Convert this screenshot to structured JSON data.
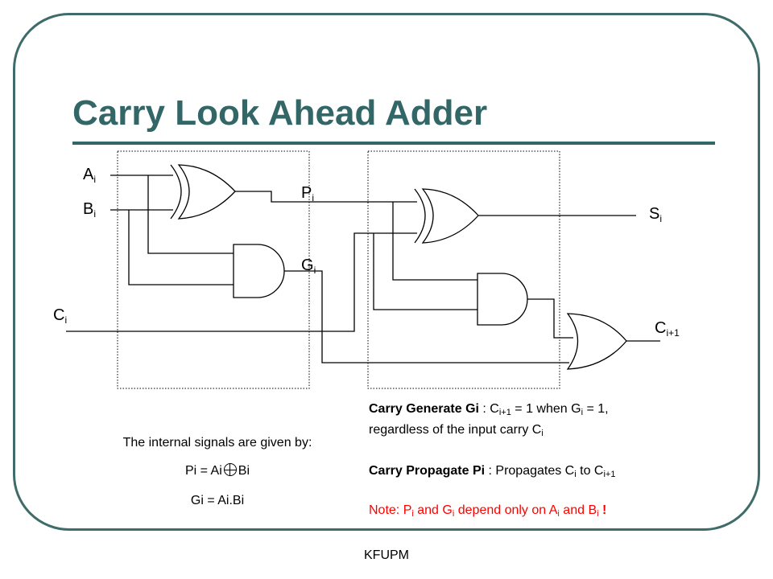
{
  "slide": {
    "title": "Carry Look Ahead Adder",
    "footer": "KFUPM",
    "accent_color": "#336666"
  },
  "diagram": {
    "labels": {
      "a": {
        "main": "A",
        "sub": "i"
      },
      "b": {
        "main": "B",
        "sub": "i"
      },
      "c": {
        "main": "C",
        "sub": "i"
      },
      "p": {
        "main": "P",
        "sub": "i"
      },
      "g": {
        "main": "G",
        "sub": "i"
      },
      "s": {
        "main": "S",
        "sub": "i"
      },
      "cout": {
        "main": "C",
        "sub": "i+1"
      }
    },
    "gates": [
      "xor-gate-pi",
      "and-gate-gi",
      "xor-gate-si",
      "and-gate-pc",
      "or-gate-cout"
    ]
  },
  "signals": {
    "intro": "The internal signals are given by:",
    "p_left": "Pi = Ai",
    "p_right": "Bi",
    "g_eq": "Gi = Ai.Bi"
  },
  "definitions": {
    "generate": {
      "name": "Carry Generate Gi",
      "sep": " : C",
      "sub1": "i+1",
      "mid": " = 1 when G",
      "sub2": "i",
      "end": " = 1,",
      "line2": "regardless of the input carry C",
      "line2_sub": "i"
    },
    "propagate": {
      "name": "Carry Propagate Pi",
      "text": " : Propagates C",
      "sub1": "i",
      "mid": " to C",
      "sub2": "i+1"
    },
    "note": {
      "a": "Note: P",
      "sub1": "i",
      "b": " and G",
      "sub2": "i",
      "c": " depend only on  A",
      "sub3": "i",
      "d": " and B",
      "sub4": "i",
      "e": " !",
      "color": "#ff0000"
    }
  }
}
